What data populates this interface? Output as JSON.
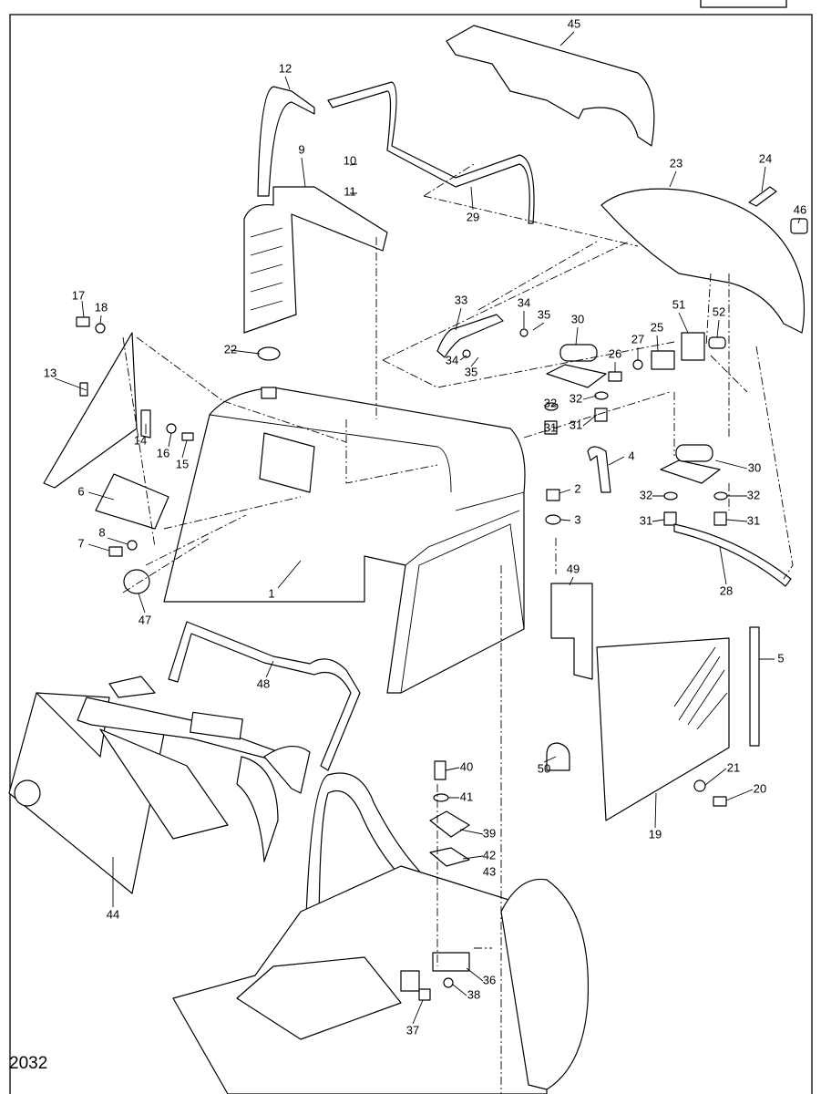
{
  "diagram": {
    "page_code": "2032",
    "part_labels": [
      "45",
      "12",
      "9",
      "10",
      "11",
      "29",
      "23",
      "24",
      "46",
      "17",
      "18",
      "13",
      "33",
      "34",
      "35",
      "30",
      "22",
      "34",
      "35",
      "26",
      "27",
      "25",
      "51",
      "52",
      "32",
      "32",
      "31",
      "31",
      "14",
      "16",
      "15",
      "4",
      "30",
      "6",
      "2",
      "32",
      "32",
      "3",
      "31",
      "31",
      "7",
      "8",
      "1",
      "28",
      "49",
      "47",
      "5",
      "48",
      "50",
      "40",
      "41",
      "21",
      "20",
      "39",
      "42",
      "43",
      "19",
      "44",
      "36",
      "38",
      "37"
    ]
  }
}
